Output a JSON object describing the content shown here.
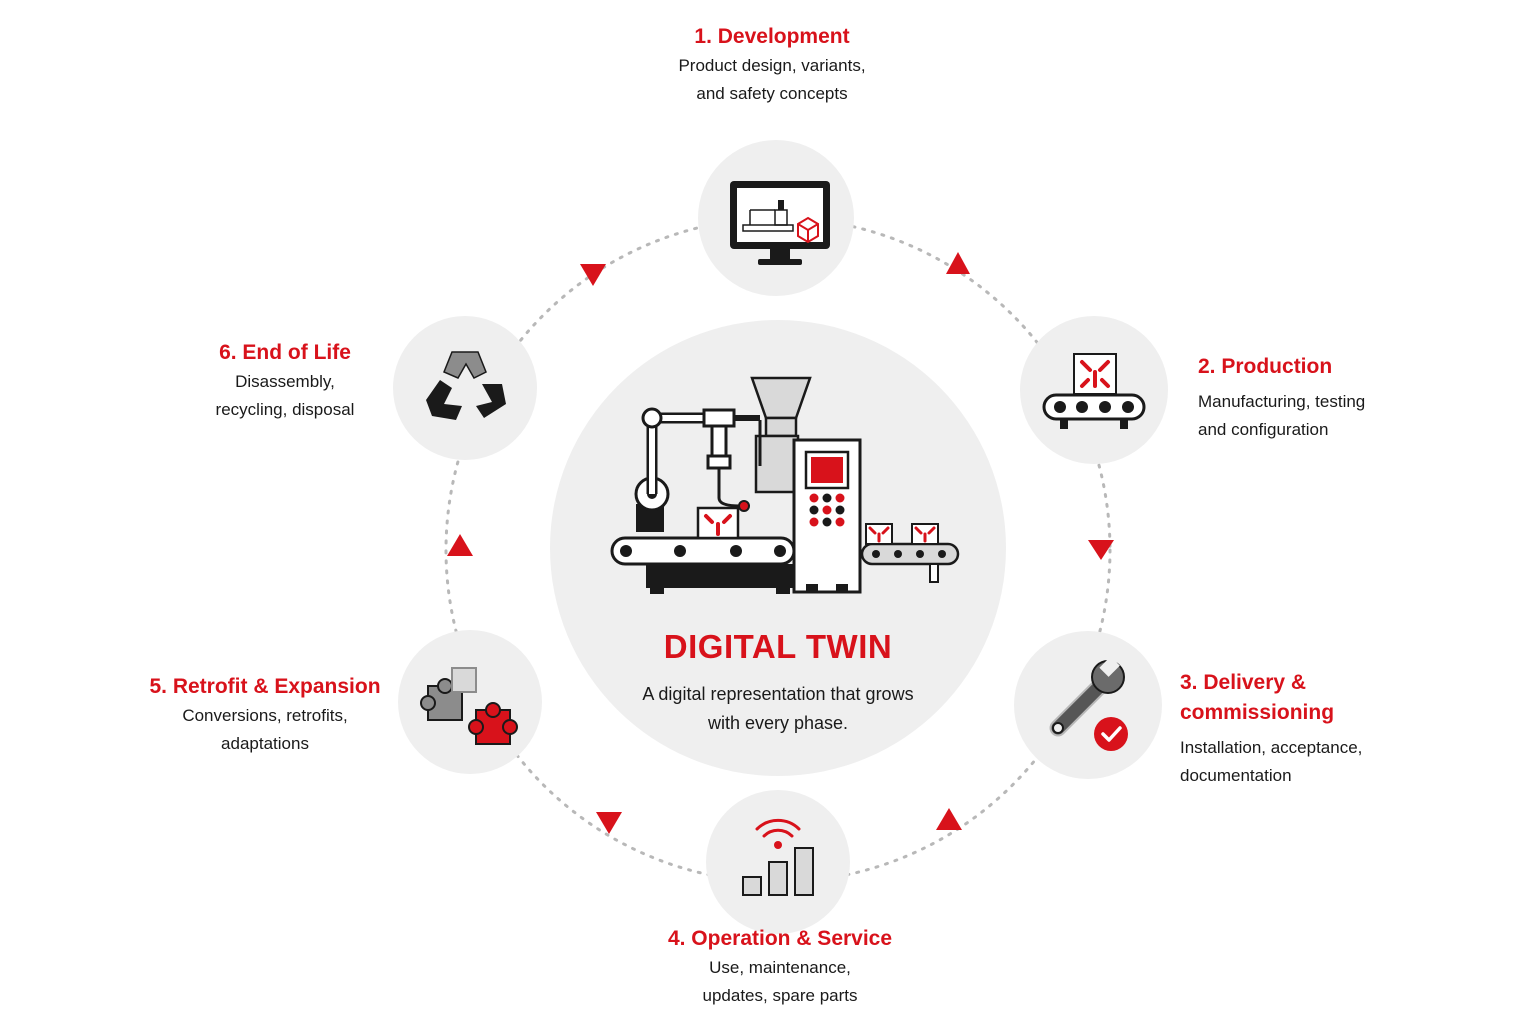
{
  "center": {
    "title": "DIGITAL TWIN",
    "description_line1": "A digital representation that grows",
    "description_line2": "with every phase.",
    "illustration_icon": "production-machine-icon"
  },
  "phases": [
    {
      "id": "development",
      "title": "1. Development",
      "desc_line1": "Product design, variants,",
      "desc_line2": "and safety concepts",
      "icon": "monitor-cad-icon"
    },
    {
      "id": "production",
      "title": "2. Production",
      "desc_line1": "Manufacturing, testing",
      "desc_line2": "and configuration",
      "icon": "conveyor-box-icon"
    },
    {
      "id": "delivery",
      "title_line1": "3. Delivery &",
      "title_line2": "commissioning",
      "desc_line1": "Installation, acceptance,",
      "desc_line2": "documentation",
      "icon": "wrench-check-icon"
    },
    {
      "id": "operation",
      "title": "4. Operation & Service",
      "desc_line1": "Use, maintenance,",
      "desc_line2": "updates, spare parts",
      "icon": "signal-bars-icon"
    },
    {
      "id": "retrofit",
      "title": "5. Retrofit & Expansion",
      "desc_line1": "Conversions, retrofits,",
      "desc_line2": "adaptations",
      "icon": "puzzle-pieces-icon"
    },
    {
      "id": "end-of-life",
      "title": "6. End of Life",
      "desc_line1": "Disassembly,",
      "desc_line2": "recycling, disposal",
      "icon": "recycle-icon"
    }
  ],
  "colors": {
    "accent": "#d8121b",
    "circle_fill": "#efefef",
    "dotted_path": "#b8b8b8",
    "text": "#1a1a1a"
  }
}
